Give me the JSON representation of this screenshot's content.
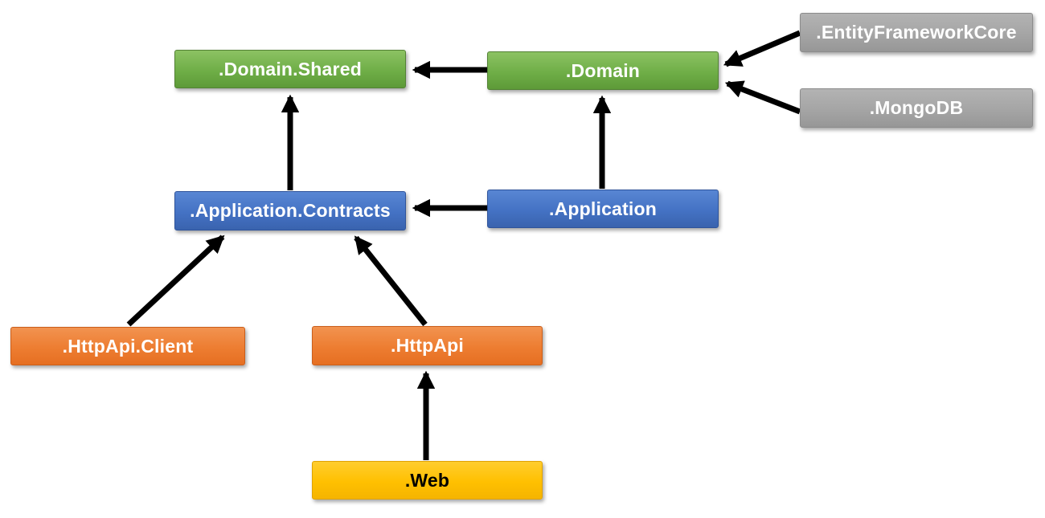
{
  "diagram": {
    "type": "dependency-diagram",
    "background_color": "#ffffff",
    "arrow_color": "#000000",
    "nodes": [
      {
        "id": "domain-shared",
        "label": ".Domain.Shared",
        "color": "#70AD47",
        "text_color": "#FFFFFF"
      },
      {
        "id": "domain",
        "label": ".Domain",
        "color": "#70AD47",
        "text_color": "#FFFFFF"
      },
      {
        "id": "entity-framework-core",
        "label": ".EntityFrameworkCore",
        "color": "#A5A5A5",
        "text_color": "#FFFFFF"
      },
      {
        "id": "mongodb",
        "label": ".MongoDB",
        "color": "#A5A5A5",
        "text_color": "#FFFFFF"
      },
      {
        "id": "application-contracts",
        "label": ".Application.Contracts",
        "color": "#4472C4",
        "text_color": "#FFFFFF"
      },
      {
        "id": "application",
        "label": ".Application",
        "color": "#4472C4",
        "text_color": "#FFFFFF"
      },
      {
        "id": "httpapi-client",
        "label": ".HttpApi.Client",
        "color": "#ED7D31",
        "text_color": "#FFFFFF"
      },
      {
        "id": "httpapi",
        "label": ".HttpApi",
        "color": "#ED7D31",
        "text_color": "#FFFFFF"
      },
      {
        "id": "web",
        "label": ".Web",
        "color": "#FFC000",
        "text_color": "#000000"
      }
    ],
    "edges": [
      {
        "from": "domain",
        "to": "domain-shared"
      },
      {
        "from": "entity-framework-core",
        "to": "domain"
      },
      {
        "from": "mongodb",
        "to": "domain"
      },
      {
        "from": "application-contracts",
        "to": "domain-shared"
      },
      {
        "from": "application",
        "to": "domain"
      },
      {
        "from": "application",
        "to": "application-contracts"
      },
      {
        "from": "httpapi-client",
        "to": "application-contracts"
      },
      {
        "from": "httpapi",
        "to": "application-contracts"
      },
      {
        "from": "web",
        "to": "httpapi"
      }
    ]
  }
}
